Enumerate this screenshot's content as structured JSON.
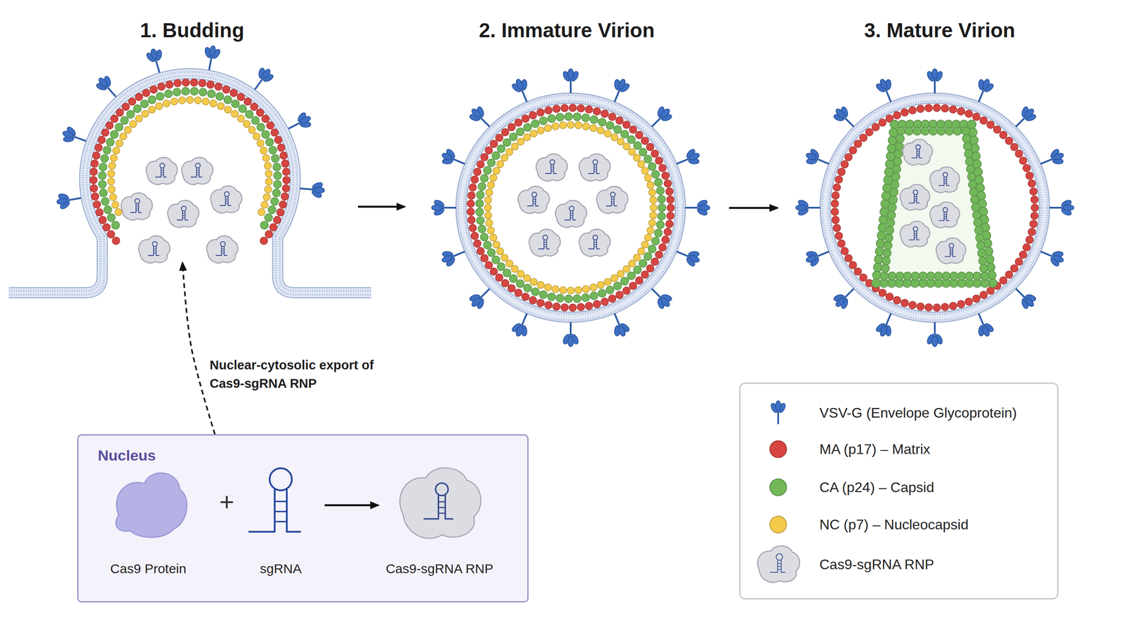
{
  "diagram": {
    "nodes": [
      {
        "text": [
          "1. Budding"
        ]
      },
      {
        "text": [
          "2. Immature Virion"
        ]
      },
      {
        "text": [
          "3. Mature Virion"
        ]
      },
      {
        "text": [
          "Nucleus"
        ]
      },
      {
        "text": [
          "Cas9 Protein"
        ],
        "in": 3
      },
      {
        "text": [
          "sgRNA"
        ],
        "in": 3
      },
      {
        "text": [
          "Cas9-sgRNA RNP"
        ],
        "in": 3
      }
    ],
    "edges": [
      {
        "from": 0,
        "to": 1,
        "arrow": "to"
      },
      {
        "from": 1,
        "to": 2,
        "arrow": "to"
      },
      {
        "from": 3,
        "to": 0,
        "label": "Nuclear-cytosolic export of Cas9-sgRNA RNP",
        "arrow": "to"
      },
      {
        "from": 5,
        "to": 6,
        "arrow": "to"
      }
    ],
    "labels": [
      "+"
    ],
    "legend": [
      {
        "text": "VSV-G (Envelope Glycoprotein)"
      },
      {
        "text": "MA (p17) – Matrix",
        "color": "#d64541"
      },
      {
        "text": "CA (p24) – Capsid",
        "color": "#72b75a"
      },
      {
        "text": "NC (p7) – Nucleocapsid",
        "color": "#f4ca4a"
      },
      {
        "text": "Cas9-sgRNA RNP"
      }
    ]
  }
}
